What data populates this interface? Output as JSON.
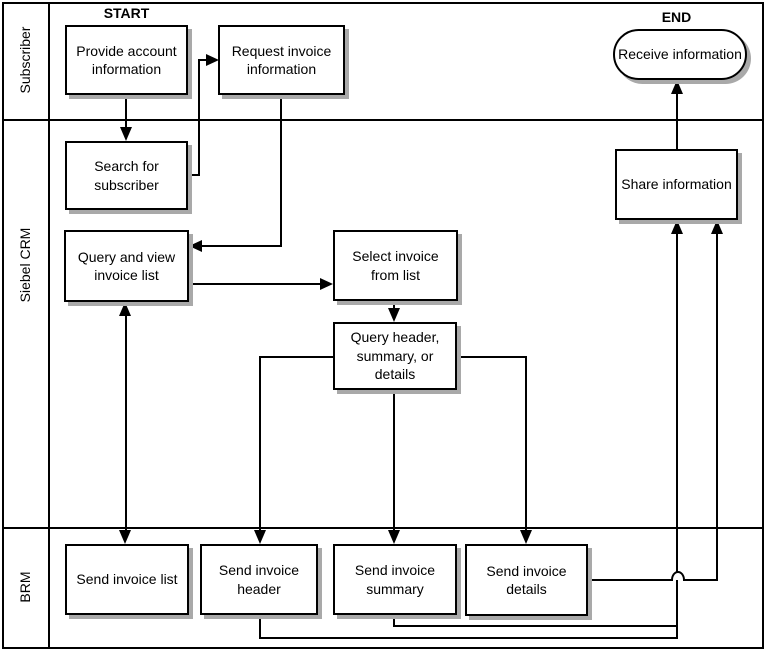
{
  "markers": {
    "start": "START",
    "end": "END"
  },
  "lanes": [
    {
      "id": "subscriber",
      "label": "Subscriber"
    },
    {
      "id": "siebel-crm",
      "label": "Siebel CRM"
    },
    {
      "id": "brm",
      "label": "BRM"
    }
  ],
  "nodes": {
    "provide_account": {
      "label": "Provide account information",
      "lane": "Subscriber",
      "shape": "rect"
    },
    "request_invoice": {
      "label": "Request invoice information",
      "lane": "Subscriber",
      "shape": "rect"
    },
    "receive_information": {
      "label": "Receive information",
      "lane": "Subscriber",
      "shape": "stadium"
    },
    "search_subscriber": {
      "label": "Search for subscriber",
      "lane": "Siebel CRM",
      "shape": "rect"
    },
    "query_view_list": {
      "label": "Query and view invoice list",
      "lane": "Siebel CRM",
      "shape": "rect"
    },
    "select_invoice": {
      "label": "Select invoice from list",
      "lane": "Siebel CRM",
      "shape": "rect"
    },
    "query_header": {
      "label": "Query header, summary, or details",
      "lane": "Siebel CRM",
      "shape": "rect"
    },
    "share_information": {
      "label": "Share information",
      "lane": "Siebel CRM",
      "shape": "rect"
    },
    "send_list": {
      "label": "Send invoice list",
      "lane": "BRM",
      "shape": "rect"
    },
    "send_header": {
      "label": "Send invoice header",
      "lane": "BRM",
      "shape": "rect"
    },
    "send_summary": {
      "label": "Send invoice summary",
      "lane": "BRM",
      "shape": "rect"
    },
    "send_details": {
      "label": "Send invoice details",
      "lane": "BRM",
      "shape": "rect"
    }
  },
  "edges": [
    {
      "from": "provide_account",
      "to": "search_subscriber",
      "direction": "one-way"
    },
    {
      "from": "search_subscriber",
      "to": "request_invoice",
      "direction": "one-way"
    },
    {
      "from": "request_invoice",
      "to": "query_view_list",
      "direction": "one-way"
    },
    {
      "from": "query_view_list",
      "to": "select_invoice",
      "direction": "one-way"
    },
    {
      "from": "query_view_list",
      "to": "send_list",
      "direction": "two-way"
    },
    {
      "from": "select_invoice",
      "to": "query_header",
      "direction": "one-way"
    },
    {
      "from": "query_header",
      "to": "send_header",
      "direction": "one-way"
    },
    {
      "from": "query_header",
      "to": "send_summary",
      "direction": "one-way"
    },
    {
      "from": "query_header",
      "to": "send_details",
      "direction": "one-way"
    },
    {
      "from": "send_header",
      "to": "share_information",
      "direction": "one-way"
    },
    {
      "from": "send_summary",
      "to": "share_information",
      "direction": "one-way"
    },
    {
      "from": "send_details",
      "to": "share_information",
      "direction": "one-way",
      "note": "crosses other connector with line jump"
    },
    {
      "from": "share_information",
      "to": "receive_information",
      "direction": "one-way"
    }
  ],
  "colors": {
    "line": "#000000",
    "box_fill": "#ffffff",
    "box_border": "#000000",
    "shadow": "#a9a9a9",
    "text": "#000000",
    "background": "#ffffff"
  }
}
